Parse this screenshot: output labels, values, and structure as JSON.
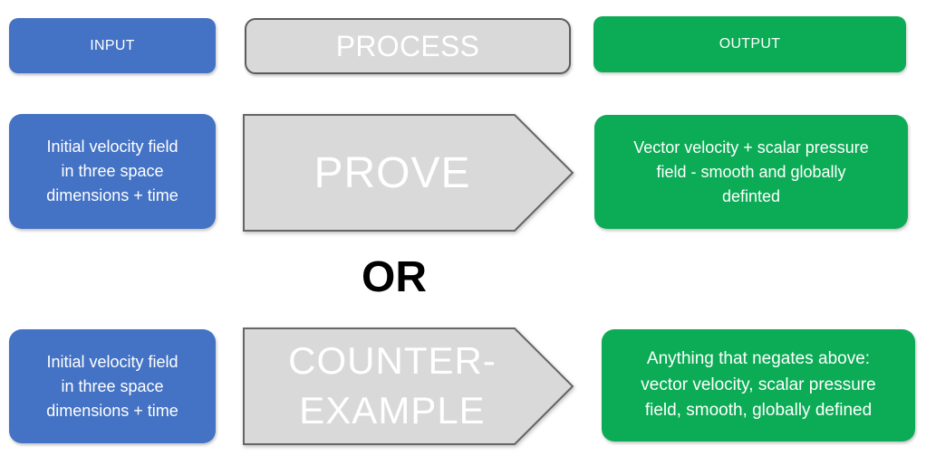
{
  "colors": {
    "input_blue": "#4472C4",
    "output_green": "#0BAC55",
    "process_gray_fill": "#D9D9D9",
    "process_gray_border": "#5C5C5C",
    "text_white": "#FFFFFF",
    "connector_black": "#000000"
  },
  "headers": {
    "input": "INPUT",
    "process": "PROCESS",
    "output": "OUTPUT"
  },
  "connector": {
    "label": "OR"
  },
  "rows": [
    {
      "input": "Initial velocity field\nin three space\ndimensions + time",
      "process": "PROVE",
      "output": "Vector velocity + scalar pressure\nfield - smooth and globally\ndefinted"
    },
    {
      "input": "Initial velocity field\nin three space\ndimensions + time",
      "process": "COUNTER-\nEXAMPLE",
      "output": "Anything that negates above:\nvector velocity, scalar pressure\nfield, smooth, globally defined"
    }
  ]
}
